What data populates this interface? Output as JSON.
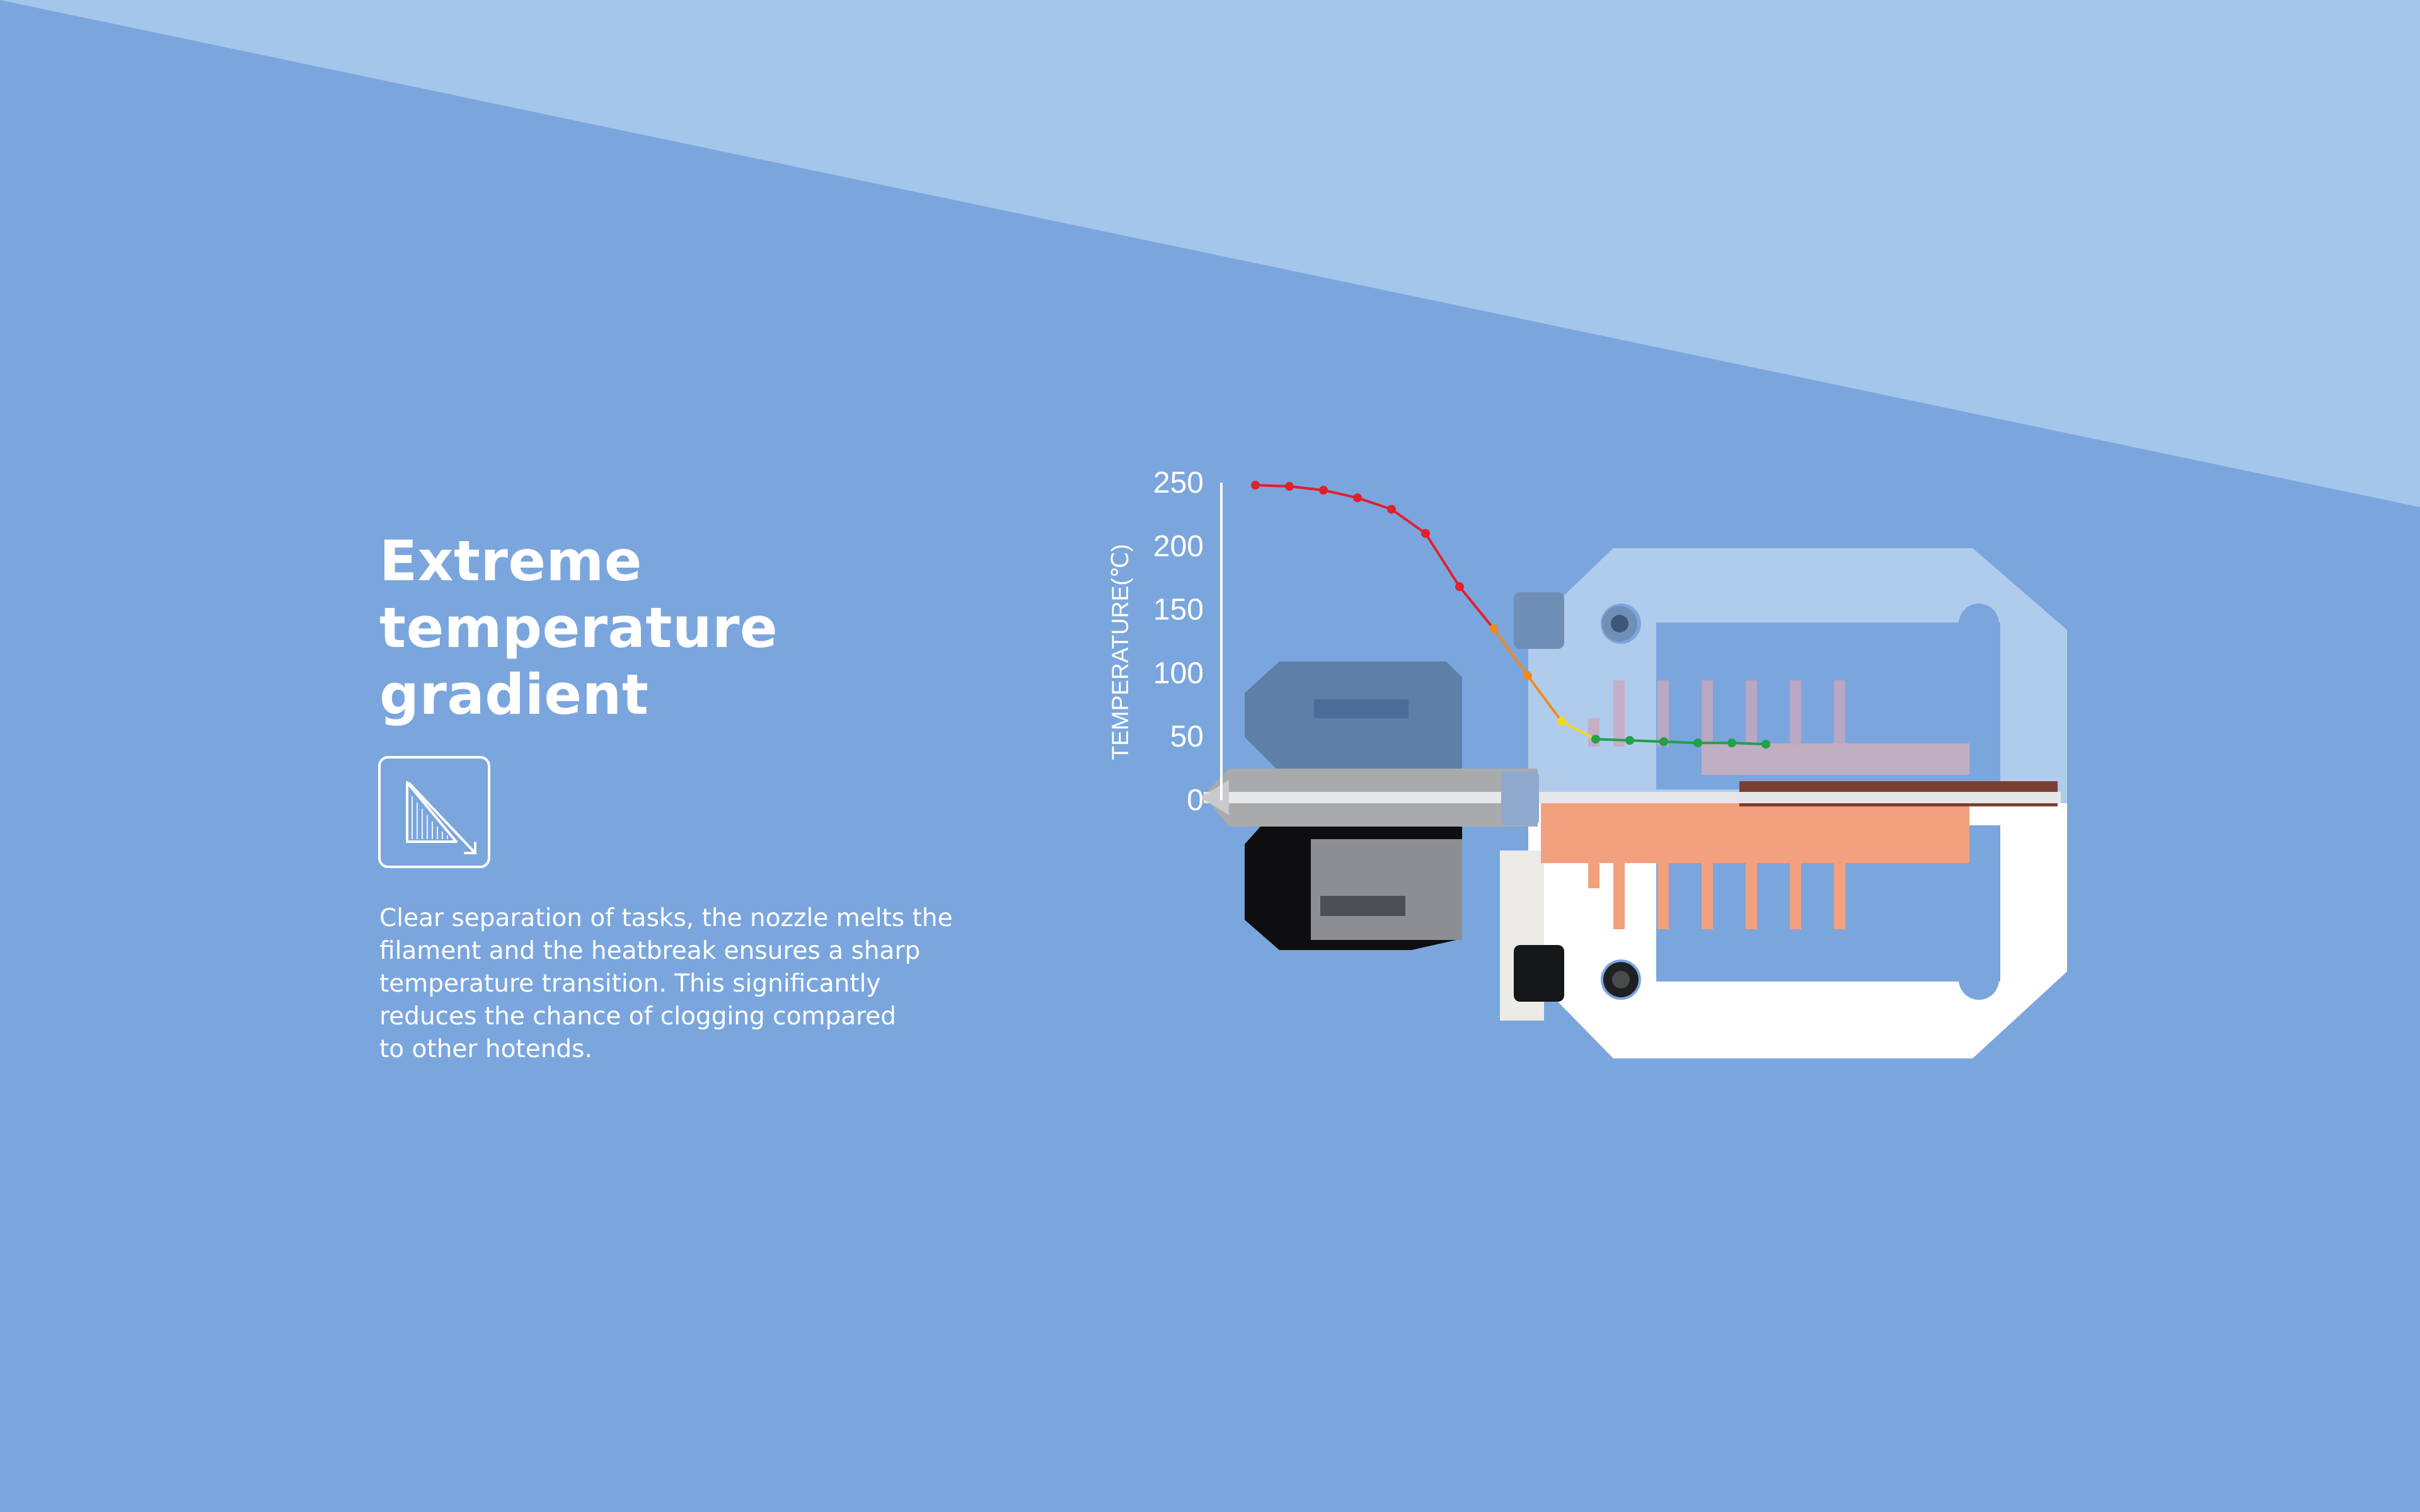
{
  "heading": "Extreme temperature\ngradient",
  "description": "Clear separation of tasks, the nozzle melts the\nfilament and the heatbreak ensures a sharp\ntemperature transition. This significantly\nreduces the chance of clogging compared\nto other hotends.",
  "icon": "temperature-gradient-icon",
  "colors": {
    "background": "#7ba6dd",
    "wedge": "#a5c6eb",
    "hot": "#e0202c",
    "warm": "#f08a1e",
    "transition": "#f2d81a",
    "cool": "#22a04a"
  },
  "chart_data": {
    "type": "line",
    "ylabel": "TEMPERATURE(℃)",
    "yticks": [
      "0",
      "50",
      "100",
      "150",
      "200",
      "250"
    ],
    "ylim": [
      0,
      250
    ],
    "x": [
      0,
      1,
      2,
      3,
      4,
      5,
      6,
      7,
      8,
      9,
      10,
      11,
      12,
      13,
      14,
      15
    ],
    "values": [
      248,
      247,
      244,
      238,
      229,
      210,
      168,
      135,
      98,
      62,
      48,
      47,
      46,
      45,
      45,
      44
    ],
    "line_colors": [
      "hot",
      "hot",
      "hot",
      "hot",
      "hot",
      "hot",
      "hot",
      "warm",
      "warm",
      "transition",
      "cool",
      "cool",
      "cool",
      "cool",
      "cool",
      "cool"
    ]
  }
}
